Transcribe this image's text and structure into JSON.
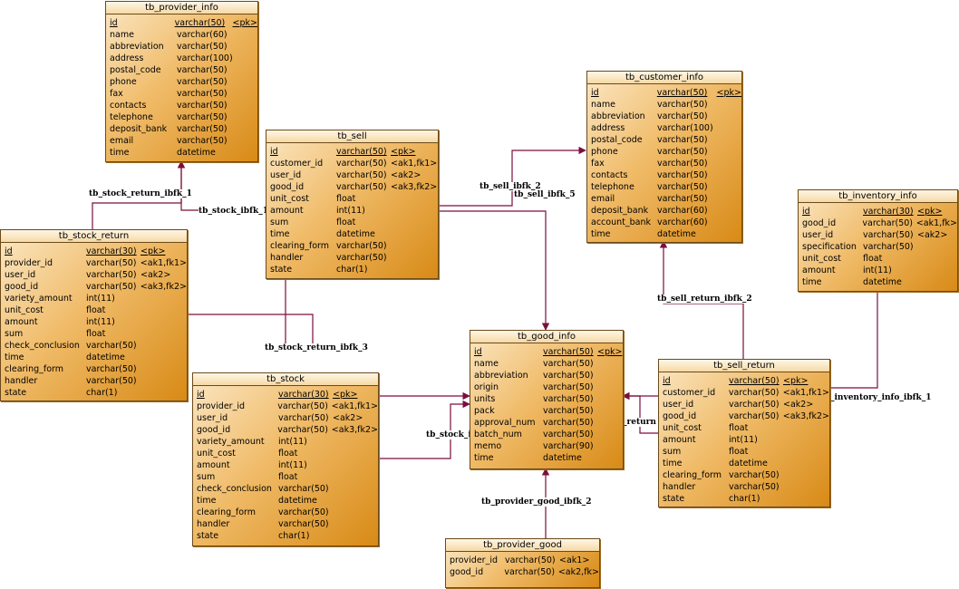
{
  "entities": [
    {
      "name": "tb_provider_info",
      "fields": [
        {
          "name": "id",
          "type": "varchar(50)",
          "key": "<pk>"
        },
        {
          "name": "name",
          "type": "varchar(60)",
          "key": ""
        },
        {
          "name": "abbreviation",
          "type": "varchar(50)",
          "key": ""
        },
        {
          "name": "address",
          "type": "varchar(100)",
          "key": ""
        },
        {
          "name": "postal_code",
          "type": "varchar(50)",
          "key": ""
        },
        {
          "name": "phone",
          "type": "varchar(50)",
          "key": ""
        },
        {
          "name": "fax",
          "type": "varchar(50)",
          "key": ""
        },
        {
          "name": "contacts",
          "type": "varchar(50)",
          "key": ""
        },
        {
          "name": "telephone",
          "type": "varchar(50)",
          "key": ""
        },
        {
          "name": "deposit_bank",
          "type": "varchar(50)",
          "key": ""
        },
        {
          "name": "email",
          "type": "varchar(50)",
          "key": ""
        },
        {
          "name": "time",
          "type": "datetime",
          "key": ""
        }
      ]
    },
    {
      "name": "tb_sell",
      "fields": [
        {
          "name": "id",
          "type": "varchar(50)",
          "key": "<pk>"
        },
        {
          "name": "customer_id",
          "type": "varchar(50)",
          "key": "<ak1,fk1>"
        },
        {
          "name": "user_id",
          "type": "varchar(50)",
          "key": "<ak2>"
        },
        {
          "name": "good_id",
          "type": "varchar(50)",
          "key": "<ak3,fk2>"
        },
        {
          "name": "unit_cost",
          "type": "float",
          "key": ""
        },
        {
          "name": "amount",
          "type": "int(11)",
          "key": ""
        },
        {
          "name": "sum",
          "type": "float",
          "key": ""
        },
        {
          "name": "time",
          "type": "datetime",
          "key": ""
        },
        {
          "name": "clearing_form",
          "type": "varchar(50)",
          "key": ""
        },
        {
          "name": "handler",
          "type": "varchar(50)",
          "key": ""
        },
        {
          "name": "state",
          "type": "char(1)",
          "key": ""
        }
      ]
    },
    {
      "name": "tb_customer_info",
      "fields": [
        {
          "name": "id",
          "type": "varchar(50)",
          "key": "<pk>"
        },
        {
          "name": "name",
          "type": "varchar(50)",
          "key": ""
        },
        {
          "name": "abbreviation",
          "type": "varchar(50)",
          "key": ""
        },
        {
          "name": "address",
          "type": "varchar(100)",
          "key": ""
        },
        {
          "name": "postal_code",
          "type": "varchar(50)",
          "key": ""
        },
        {
          "name": "phone",
          "type": "varchar(50)",
          "key": ""
        },
        {
          "name": "fax",
          "type": "varchar(50)",
          "key": ""
        },
        {
          "name": "contacts",
          "type": "varchar(50)",
          "key": ""
        },
        {
          "name": "telephone",
          "type": "varchar(50)",
          "key": ""
        },
        {
          "name": "email",
          "type": "varchar(50)",
          "key": ""
        },
        {
          "name": "deposit_bank",
          "type": "varchar(60)",
          "key": ""
        },
        {
          "name": "account_bank",
          "type": "varchar(60)",
          "key": ""
        },
        {
          "name": "time",
          "type": "datetime",
          "key": ""
        }
      ]
    },
    {
      "name": "tb_inventory_info",
      "fields": [
        {
          "name": "id",
          "type": "varchar(30)",
          "key": "<pk>"
        },
        {
          "name": "good_id",
          "type": "varchar(50)",
          "key": "<ak1,fk>"
        },
        {
          "name": "user_id",
          "type": "varchar(50)",
          "key": "<ak2>"
        },
        {
          "name": "specification",
          "type": "varchar(50)",
          "key": ""
        },
        {
          "name": "unit_cost",
          "type": "float",
          "key": ""
        },
        {
          "name": "amount",
          "type": "int(11)",
          "key": ""
        },
        {
          "name": "time",
          "type": "datetime",
          "key": ""
        }
      ]
    },
    {
      "name": "tb_stock_return",
      "fields": [
        {
          "name": "id",
          "type": "varchar(30)",
          "key": "<pk>"
        },
        {
          "name": "provider_id",
          "type": "varchar(50)",
          "key": "<ak1,fk1>"
        },
        {
          "name": "user_id",
          "type": "varchar(50)",
          "key": "<ak2>"
        },
        {
          "name": "good_id",
          "type": "varchar(50)",
          "key": "<ak3,fk2>"
        },
        {
          "name": "variety_amount",
          "type": "int(11)",
          "key": ""
        },
        {
          "name": "unit_cost",
          "type": "float",
          "key": ""
        },
        {
          "name": "amount",
          "type": "int(11)",
          "key": ""
        },
        {
          "name": "sum",
          "type": "float",
          "key": ""
        },
        {
          "name": "check_conclusion",
          "type": "varchar(50)",
          "key": ""
        },
        {
          "name": "time",
          "type": "datetime",
          "key": ""
        },
        {
          "name": "clearing_form",
          "type": "varchar(50)",
          "key": ""
        },
        {
          "name": "handler",
          "type": "varchar(50)",
          "key": ""
        },
        {
          "name": "state",
          "type": "char(1)",
          "key": ""
        }
      ]
    },
    {
      "name": "tb_good_info",
      "fields": [
        {
          "name": "id",
          "type": "varchar(50)",
          "key": "<pk>"
        },
        {
          "name": "name",
          "type": "varchar(50)",
          "key": ""
        },
        {
          "name": "abbreviation",
          "type": "varchar(50)",
          "key": ""
        },
        {
          "name": "origin",
          "type": "varchar(50)",
          "key": ""
        },
        {
          "name": "units",
          "type": "varchar(50)",
          "key": ""
        },
        {
          "name": "pack",
          "type": "varchar(50)",
          "key": ""
        },
        {
          "name": "approval_num",
          "type": "varchar(50)",
          "key": ""
        },
        {
          "name": "batch_num",
          "type": "varchar(50)",
          "key": ""
        },
        {
          "name": "memo",
          "type": "varchar(90)",
          "key": ""
        },
        {
          "name": "time",
          "type": "datetime",
          "key": ""
        }
      ]
    },
    {
      "name": "tb_stock",
      "fields": [
        {
          "name": "id",
          "type": "varchar(30)",
          "key": "<pk>"
        },
        {
          "name": "provider_id",
          "type": "varchar(50)",
          "key": "<ak1,fk1>"
        },
        {
          "name": "user_id",
          "type": "varchar(50)",
          "key": "<ak2>"
        },
        {
          "name": "good_id",
          "type": "varchar(50)",
          "key": "<ak3,fk2>"
        },
        {
          "name": "variety_amount",
          "type": "int(11)",
          "key": ""
        },
        {
          "name": "unit_cost",
          "type": "float",
          "key": ""
        },
        {
          "name": "amount",
          "type": "int(11)",
          "key": ""
        },
        {
          "name": "sum",
          "type": "float",
          "key": ""
        },
        {
          "name": "check_conclusion",
          "type": "varchar(50)",
          "key": ""
        },
        {
          "name": "time",
          "type": "datetime",
          "key": ""
        },
        {
          "name": "clearing_form",
          "type": "varchar(50)",
          "key": ""
        },
        {
          "name": "handler",
          "type": "varchar(50)",
          "key": ""
        },
        {
          "name": "state",
          "type": "char(1)",
          "key": ""
        }
      ]
    },
    {
      "name": "tb_sell_return",
      "fields": [
        {
          "name": "id",
          "type": "varchar(50)",
          "key": "<pk>"
        },
        {
          "name": "customer_id",
          "type": "varchar(50)",
          "key": "<ak1,fk1>"
        },
        {
          "name": "user_id",
          "type": "varchar(50)",
          "key": "<ak2>"
        },
        {
          "name": "good_id",
          "type": "varchar(50)",
          "key": "<ak3,fk2>"
        },
        {
          "name": "unit_cost",
          "type": "float",
          "key": ""
        },
        {
          "name": "amount",
          "type": "int(11)",
          "key": ""
        },
        {
          "name": "sum",
          "type": "float",
          "key": ""
        },
        {
          "name": "time",
          "type": "datetime",
          "key": ""
        },
        {
          "name": "clearing_form",
          "type": "varchar(50)",
          "key": ""
        },
        {
          "name": "handler",
          "type": "varchar(50)",
          "key": ""
        },
        {
          "name": "state",
          "type": "char(1)",
          "key": ""
        }
      ]
    },
    {
      "name": "tb_provider_good",
      "fields": [
        {
          "name": "provider_id",
          "type": "varchar(50)",
          "key": "<ak1>"
        },
        {
          "name": "good_id",
          "type": "varchar(50)",
          "key": "<ak2,fk>"
        }
      ]
    }
  ],
  "relationships": [
    {
      "label": "tb_stock_return_ibfk_1"
    },
    {
      "label": "tb_stock_ibfk_1"
    },
    {
      "label": "tb_sell_ibfk_2"
    },
    {
      "label": "tb_sell_ibfk_5"
    },
    {
      "label": "tb_sell_return_ibfk_2"
    },
    {
      "label": "tb_stock_return_ibfk_3"
    },
    {
      "label": "tb_stock_i"
    },
    {
      "label": "_return"
    },
    {
      "label": "_inventory_info_ibfk_1"
    },
    {
      "label": "tb_provider_good_ibfk_2"
    }
  ],
  "colors": {
    "line": "#7a0f3c",
    "entity_border": "#6b4a1a",
    "entity_fill": "#f0bb68"
  }
}
